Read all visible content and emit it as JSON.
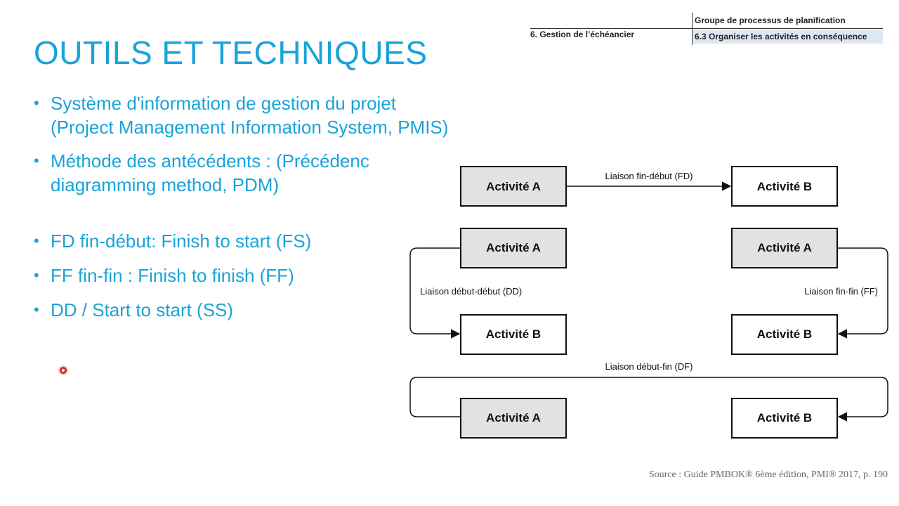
{
  "slide": {
    "title": "OUTILS ET TECHNIQUES",
    "bullets": [
      "Système d'information de gestion du projet (Project Management Information System, PMIS)",
      "Méthode des antécédents : (Précédenc diagramming method, PDM)",
      "FD fin-début: Finish to start (FS)",
      "FF fin-fin : Finish to finish (FF)",
      "DD / Start to start (SS)"
    ],
    "source": "Source :  Guide PMBOK® 6ème édition, PMI® 2017, p. 190"
  },
  "header_table": {
    "knowledge_area": "6. Gestion de l’échéancier",
    "process_group": "Groupe de processus de planification",
    "process": "6.3 Organiser les activités en conséquence"
  },
  "diagram": {
    "activity_a": "Activité A",
    "activity_b": "Activité B",
    "links": {
      "fd": "Liaison fin-début (FD)",
      "dd": "Liaison début-début (DD)",
      "ff": "Liaison fin-fin (FF)",
      "df": "Liaison début-fin (DF)"
    },
    "colors": {
      "shaded_box": "#e2e2e2",
      "plain_box": "#ffffff",
      "line": "#111111"
    }
  },
  "colors": {
    "accent": "#1aa3d9",
    "source_text": "#666666",
    "pointer": "#d42a2a"
  }
}
